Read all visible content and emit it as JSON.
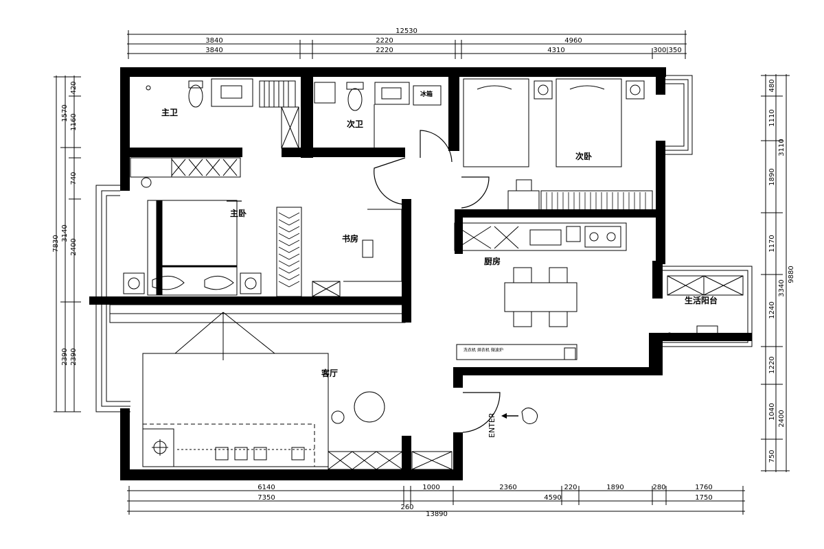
{
  "dimensions": {
    "top": {
      "total": "12530",
      "segments": [
        "3840",
        "2220",
        "4960"
      ],
      "subsegments": [
        "3840",
        "2220",
        "4310",
        "300|350"
      ]
    },
    "bottom": {
      "row1": [
        "6140",
        "1000",
        "2360",
        "220",
        "1890",
        "280",
        "1760"
      ],
      "row2": [
        "7350",
        "260",
        "4590",
        "1750"
      ],
      "total": "13890"
    },
    "left": [
      "420",
      "1160",
      "1570",
      "740",
      "2400",
      "3140",
      "7830",
      "2390",
      "2390"
    ],
    "right": [
      "480",
      "1110",
      "3110",
      "1890",
      "1170",
      "3340",
      "1240",
      "9880",
      "1220",
      "1040",
      "2400",
      "750"
    ]
  },
  "rooms": {
    "master_bath": "主卫",
    "second_bath": "次卫",
    "second_bedroom": "次卧",
    "master_bedroom": "主卧",
    "study": "书房",
    "kitchen": "厨房",
    "living_room": "客厅",
    "balcony": "生活阳台"
  },
  "enter": "ENTER",
  "fridge": "冰箱",
  "annotations": {
    "cabinet_note": "洗衣机  烘衣机  微波炉"
  }
}
